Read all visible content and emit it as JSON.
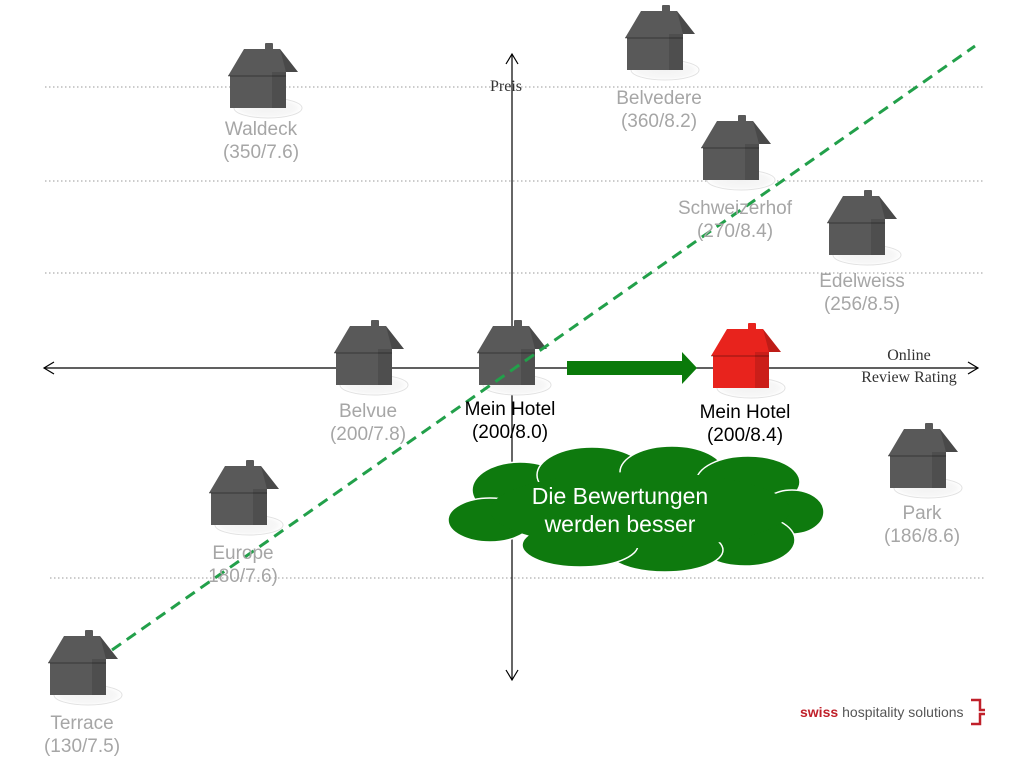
{
  "axes": {
    "y_label": "Preis",
    "x_label_line1": "Online",
    "x_label_line2": "Review Rating"
  },
  "hotels": [
    {
      "name": "Waldeck",
      "values": "(350/7.6)",
      "price": 350,
      "rating": 7.6
    },
    {
      "name": "Belvedere",
      "values": "(360/8.2)",
      "price": 360,
      "rating": 8.2
    },
    {
      "name": "Schweizerhof",
      "values": "(270/8.4)",
      "price": 270,
      "rating": 8.4
    },
    {
      "name": "Edelweiss",
      "values": "(256/8.5)",
      "price": 256,
      "rating": 8.5
    },
    {
      "name": "Belvue",
      "values": "(200/7.8)",
      "price": 200,
      "rating": 7.8
    },
    {
      "name": "Mein Hotel",
      "values": "(200/8.0)",
      "price": 200,
      "rating": 8.0
    },
    {
      "name": "Mein Hotel",
      "values": "(200/8.4)",
      "price": 200,
      "rating": 8.4
    },
    {
      "name": "Park",
      "values": "(186/8.6)",
      "price": 186,
      "rating": 8.6
    },
    {
      "name": "Europe",
      "values": "180/7.6)",
      "price": 180,
      "rating": 7.6
    },
    {
      "name": "Terrace",
      "values": "(130/7.5)",
      "price": 130,
      "rating": 7.5
    }
  ],
  "callout": {
    "line1": "Die Bewertungen",
    "line2": "werden besser"
  },
  "logo": {
    "brand": "swiss",
    "text": "hospitality solutions"
  },
  "colors": {
    "house_grey": "#595959",
    "house_highlight": "#e8231d",
    "arrow_green": "#0a7a0a",
    "trend_green": "#22a04a",
    "cloud_green": "#0e7a0e",
    "label_grey": "#a6a6a6"
  }
}
